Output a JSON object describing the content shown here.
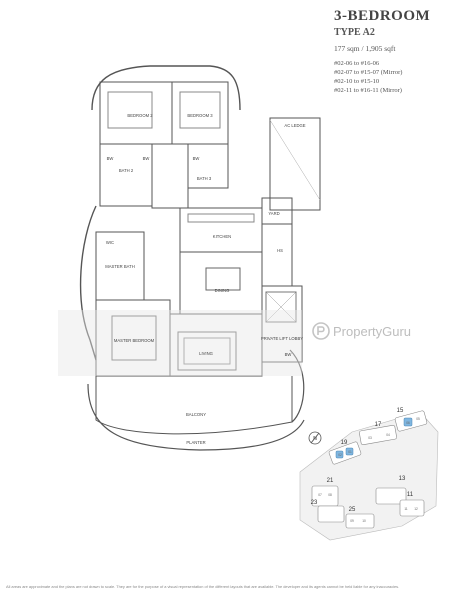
{
  "header": {
    "title": "3-BEDROOM",
    "type": "TYPE A2",
    "area": "177 sqm / 1,905 sqft",
    "units": [
      "#02-06 to #16-06",
      "#02-07 to #15-07 (Mirror)",
      "#02-10 to #15-10",
      "#02-11 to #16-11 (Mirror)"
    ]
  },
  "rooms": {
    "bedroom2": "BEDROOM 2",
    "bedroom3": "BEDROOM 3",
    "ac_ledge": "AC LEDGE",
    "bath2": "BATH 2",
    "bath3": "BATH 3",
    "yard": "YARD",
    "kitchen": "KITCHEN",
    "hs": "HS",
    "master_bath": "MASTER BATH",
    "dining": "DINING",
    "master_bedroom": "MASTER BEDROOM",
    "living": "LIVING",
    "private_lift": "PRIVATE LIFT LOBBY",
    "balcony": "BALCONY",
    "planter": "PLANTER",
    "bw": "BW",
    "wic": "WIC"
  },
  "keyplan": {
    "blocks": [
      "15",
      "17",
      "19",
      "21",
      "23",
      "25",
      "13",
      "11"
    ],
    "unit_numbers": [
      "06",
      "05",
      "04",
      "03",
      "02",
      "01",
      "07",
      "08",
      "09",
      "10",
      "11",
      "12"
    ],
    "highlight_color": "#7fb6e0"
  },
  "watermark": "PropertyGuru",
  "disclaimer": "All areas are approximate and the plans are not drawn to scale. They are for the purpose of a visual representation of the different layouts that are available. The developer and its agents cannot be held liable for any inaccuracies."
}
